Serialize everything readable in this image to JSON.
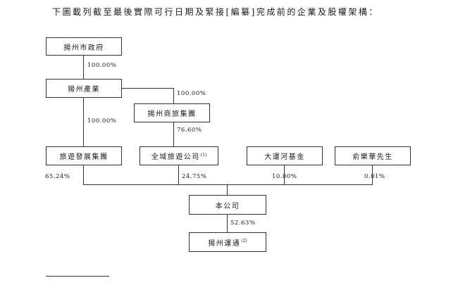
{
  "title": "下圖載列截至最後實際可行日期及緊接[編纂]完成前的企業及股權架構：",
  "nodes": {
    "govt": "揚州市政府",
    "industry": "揚州產業",
    "shanglv": "揚州商旅集團",
    "tourism_dev": "旅遊發展集團",
    "quanyu": {
      "label": "全域旅遊公司",
      "note": "(1)"
    },
    "canal_fund": "大運河基金",
    "mr_yu": "俞樂華先生",
    "company": "本公司",
    "yuntong": {
      "label": "揚州運通",
      "note": "(2)"
    }
  },
  "edges": {
    "govt_industry": "100.00%",
    "industry_shanglv": "100.00%",
    "industry_tourismdev": "100.00%",
    "shanglv_quanyu": "76.60%",
    "tourismdev_company": "65.24%",
    "quanyu_company": "24.75%",
    "canalfund_company": "10.00%",
    "mryu_company": "0.01%",
    "company_yuntong": "52.63%"
  }
}
